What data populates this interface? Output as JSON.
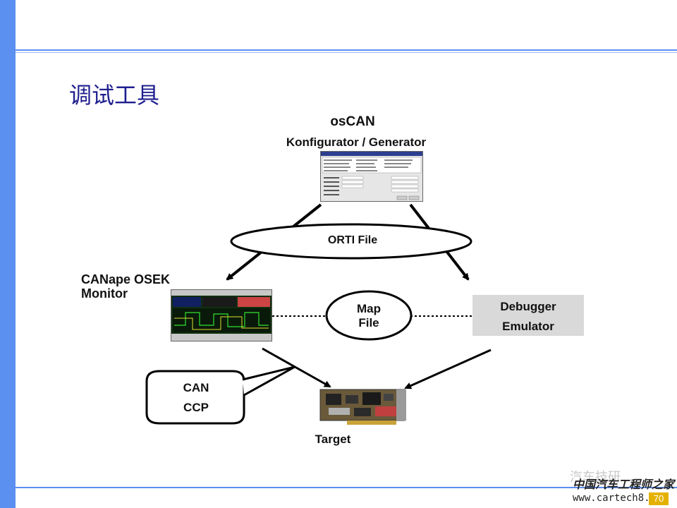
{
  "slide": {
    "title": "调试工具",
    "page_number": "70",
    "colors": {
      "accent": "#5b8ff0",
      "title": "#1f1f8f"
    }
  },
  "nodes": {
    "oscan_title": "osCAN",
    "oscan_subtitle": "Konfigurator / Generator",
    "orti_file": "ORTI File",
    "canape_line1": "CANape OSEK",
    "canape_line2": "Monitor",
    "map_line1": "Map",
    "map_line2": "File",
    "debugger_line1": "Debugger",
    "debugger_line2": "Emulator",
    "can": "CAN",
    "ccp": "CCP",
    "target": "Target"
  },
  "watermark": {
    "line1": "汽车技研",
    "line2": "中国汽车工程师之家",
    "line3": "www.cartech8.com"
  }
}
